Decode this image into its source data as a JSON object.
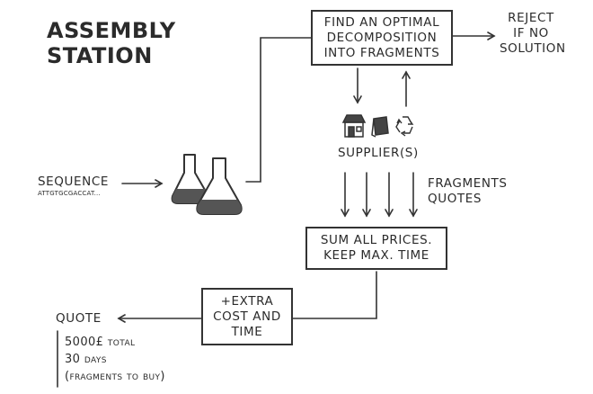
{
  "title": {
    "line1": "ASSEMBLY",
    "line2": "STATION"
  },
  "input": {
    "label": "SEQUENCE",
    "value": "ATTGTGCGACCAT..."
  },
  "boxes": {
    "decompose": "FIND AN OPTIMAL\nDECOMPOSITION\nINTO FRAGMENTS",
    "sum": "SUM ALL PRICES.\nKEEP MAX. TIME",
    "extra": "+EXTRA\nCOST AND\nTIME"
  },
  "reject": {
    "line1": "REJECT",
    "line2": "IF NO",
    "line3": "SOLUTION"
  },
  "suppliers": {
    "label": "SUPPLIER(S)",
    "icons": [
      "shop-icon",
      "book-icon",
      "recycle-icon"
    ]
  },
  "fragments_quotes": {
    "line1": "FRAGMENTS",
    "line2": "QUOTES"
  },
  "quote": {
    "label": "QUOTE",
    "lines": [
      "5000£ total",
      "30 days",
      "(fragments to buy)"
    ]
  }
}
